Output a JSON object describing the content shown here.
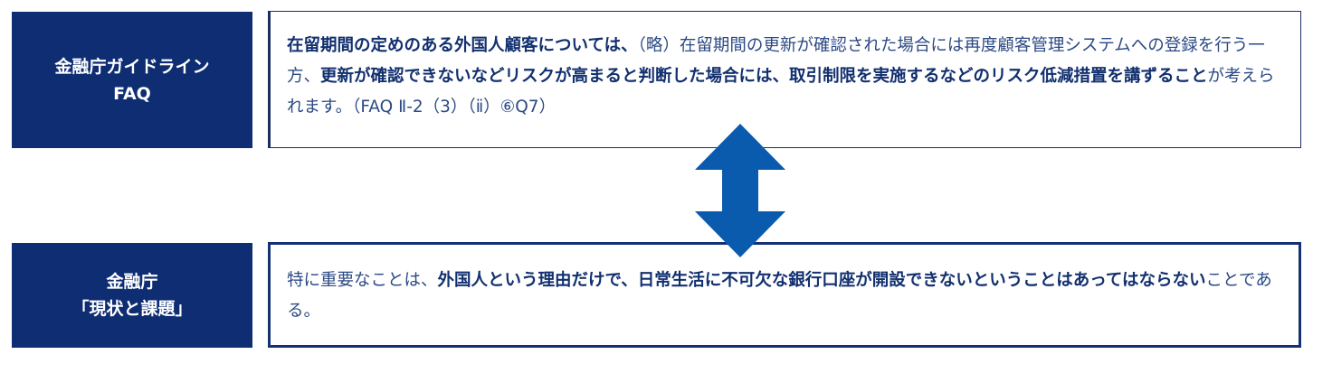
{
  "rows": [
    {
      "label_lines": [
        "金融庁ガイドライン",
        "FAQ"
      ],
      "segments": [
        {
          "text": "在留期間の定めのある外国人顧客については、",
          "bold": true
        },
        {
          "text": "（略）在留期間の更新が確認された場合には再度顧客管理システムへの登録を行う一方、",
          "bold": false
        },
        {
          "text": "更新が確認できないなどリスクが高まると判断した場合には、取引制限を実施するなどのリスク低減措置を講ずること",
          "bold": true
        },
        {
          "text": "が考えられます。（FAQ Ⅱ-2（3）（ⅱ）⑥Q7）",
          "bold": false
        }
      ]
    },
    {
      "label_lines": [
        "金融庁",
        "「現状と課題」"
      ],
      "segments": [
        {
          "text": "特に重要なことは、",
          "bold": false
        },
        {
          "text": "外国人という理由だけで、日常生活に不可欠な銀行口座が開設できないということはあってはならない",
          "bold": true
        },
        {
          "text": "ことである。",
          "bold": false
        }
      ]
    }
  ],
  "colors": {
    "label_bg": "#0e2d72",
    "arrow": "#0a5aad",
    "border": "#143173"
  },
  "arrow_icon": "double-headed-vertical-arrow"
}
